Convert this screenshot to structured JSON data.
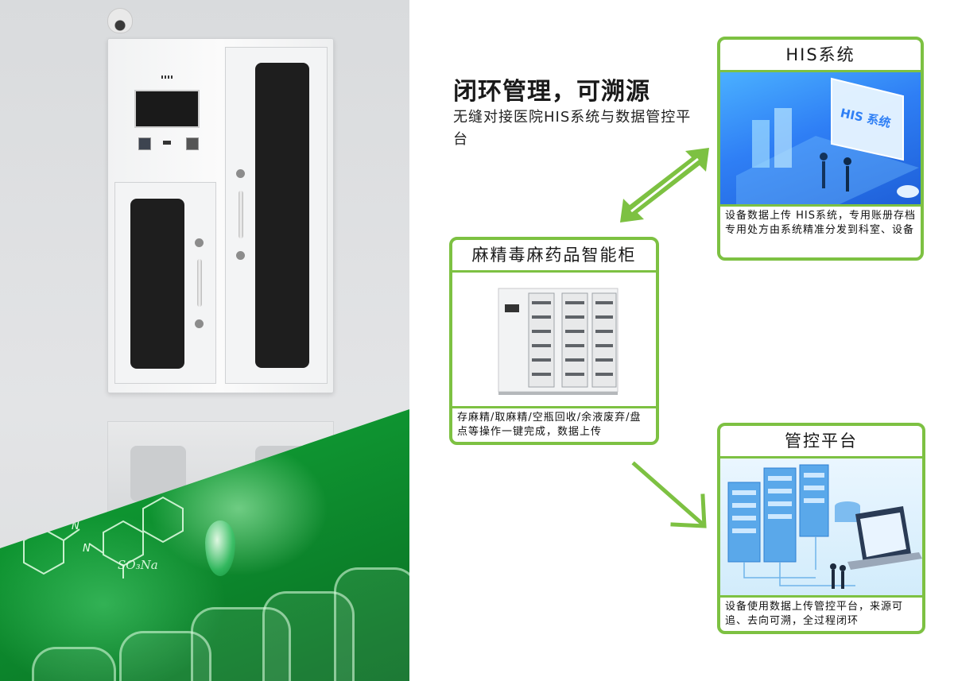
{
  "headline": "闭环管理，可溯源",
  "subline": "无缝对接医院HIS系统与数据管控平台",
  "chem_formula": "SO₃Na",
  "cards": {
    "his": {
      "title": "HIS系统",
      "image_label": "HIS 系统",
      "caption": "设备数据上传 HIS系统，专用账册存档专用处方由系统精准分发到科室、设备"
    },
    "cabinet": {
      "title": "麻精毒麻药品智能柜",
      "caption": "存麻精/取麻精/空瓶回收/余液废弃/盘点等操作一键完成，数据上传"
    },
    "control": {
      "title": "管控平台",
      "caption": "设备使用数据上传管控平台，来源可追、去向可溯，全过程闭环"
    }
  },
  "colors": {
    "accent_green": "#7dc142",
    "arrow_green": "#7dc142",
    "his_blue": "#2f7ff5",
    "text_dark": "#1a1a1a"
  }
}
